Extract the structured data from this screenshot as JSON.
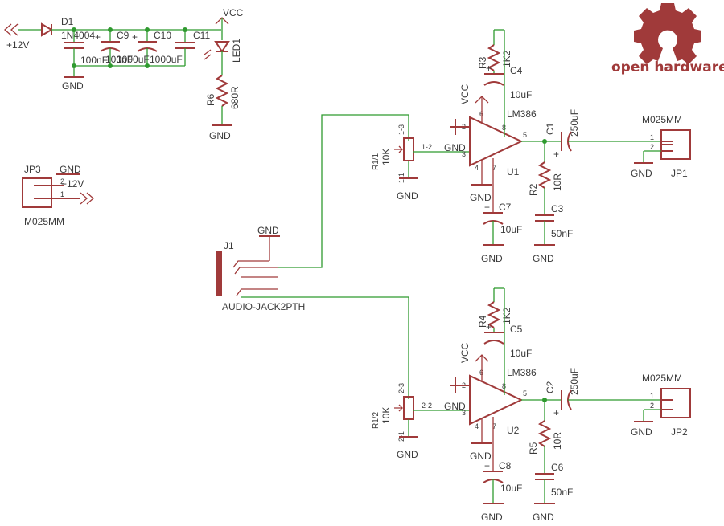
{
  "title_block": {
    "logo_text": "open hardware",
    "logo_color": "#a03a3a"
  },
  "colors": {
    "symbol": "#a03a3a",
    "wire": "#2f9a2f",
    "text": "#3a3a3a",
    "background": "#ffffff"
  },
  "power": {
    "supply": "+12V",
    "supply_jp3": "+12V",
    "vcc": "VCC",
    "gnd": "GND",
    "d1_name": "D1",
    "d1_value": "1N4004",
    "c9_name": "C9",
    "c9_value": "100nF",
    "c10_name": "C10",
    "c10_value": "1000uF",
    "c11_name": "C11",
    "c11_value": "1000uF",
    "c_extra_value": "100nF",
    "led_name": "LED1",
    "r6_name": "R6",
    "r6_value": "680R"
  },
  "connectors": {
    "jp3_name": "JP3",
    "jp3_type": "M025MM",
    "jp3_pin1": "1",
    "jp3_pin2": "2",
    "jp1_name": "JP1",
    "jp1_type": "M025MM",
    "jp2_name": "JP2",
    "jp2_type": "M025MM",
    "pin1": "1",
    "pin2": "2",
    "j1_name": "J1",
    "j1_type": "AUDIO-JACK2PTH"
  },
  "channel_1": {
    "pot_name": "R1/1",
    "pot_value": "10K",
    "pot_pin_top": "1-3",
    "pot_pin_wiper": "1-2",
    "pot_pin_bottom": "1-1",
    "amp_name": "U1",
    "amp_part": "LM386",
    "r_top_name": "R3",
    "r_top_value": "1K2",
    "c_top_name": "C4",
    "c_top_value": "10uF",
    "c_out_name": "C1",
    "c_out_value": "250uF",
    "r_zobel_name": "R2",
    "r_zobel_value": "10R",
    "c_zobel_name": "C3",
    "c_zobel_value": "50nF",
    "c_bypass_name": "C7",
    "c_bypass_value": "10uF",
    "pin_in_neg": "2",
    "pin_in_pos": "3",
    "pin_vs": "6",
    "pin_gnd": "4",
    "pin_out": "5",
    "pin_bypass": "7",
    "pin_gain": "8"
  },
  "channel_2": {
    "pot_name": "R1/2",
    "pot_value": "10K",
    "pot_pin_top": "2-3",
    "pot_pin_wiper": "2-2",
    "pot_pin_bottom": "2-1",
    "amp_name": "U2",
    "amp_part": "LM386",
    "r_top_name": "R4",
    "r_top_value": "1K2",
    "c_top_name": "C5",
    "c_top_value": "10uF",
    "c_out_name": "C2",
    "c_out_value": "250uF",
    "r_zobel_name": "R5",
    "r_zobel_value": "10R",
    "c_zobel_name": "C6",
    "c_zobel_value": "50nF",
    "c_bypass_name": "C8",
    "c_bypass_value": "10uF",
    "pin_in_neg": "2",
    "pin_in_pos": "3",
    "pin_vs": "6",
    "pin_gnd": "4",
    "pin_out": "5",
    "pin_bypass": "7",
    "pin_gain": "8"
  }
}
